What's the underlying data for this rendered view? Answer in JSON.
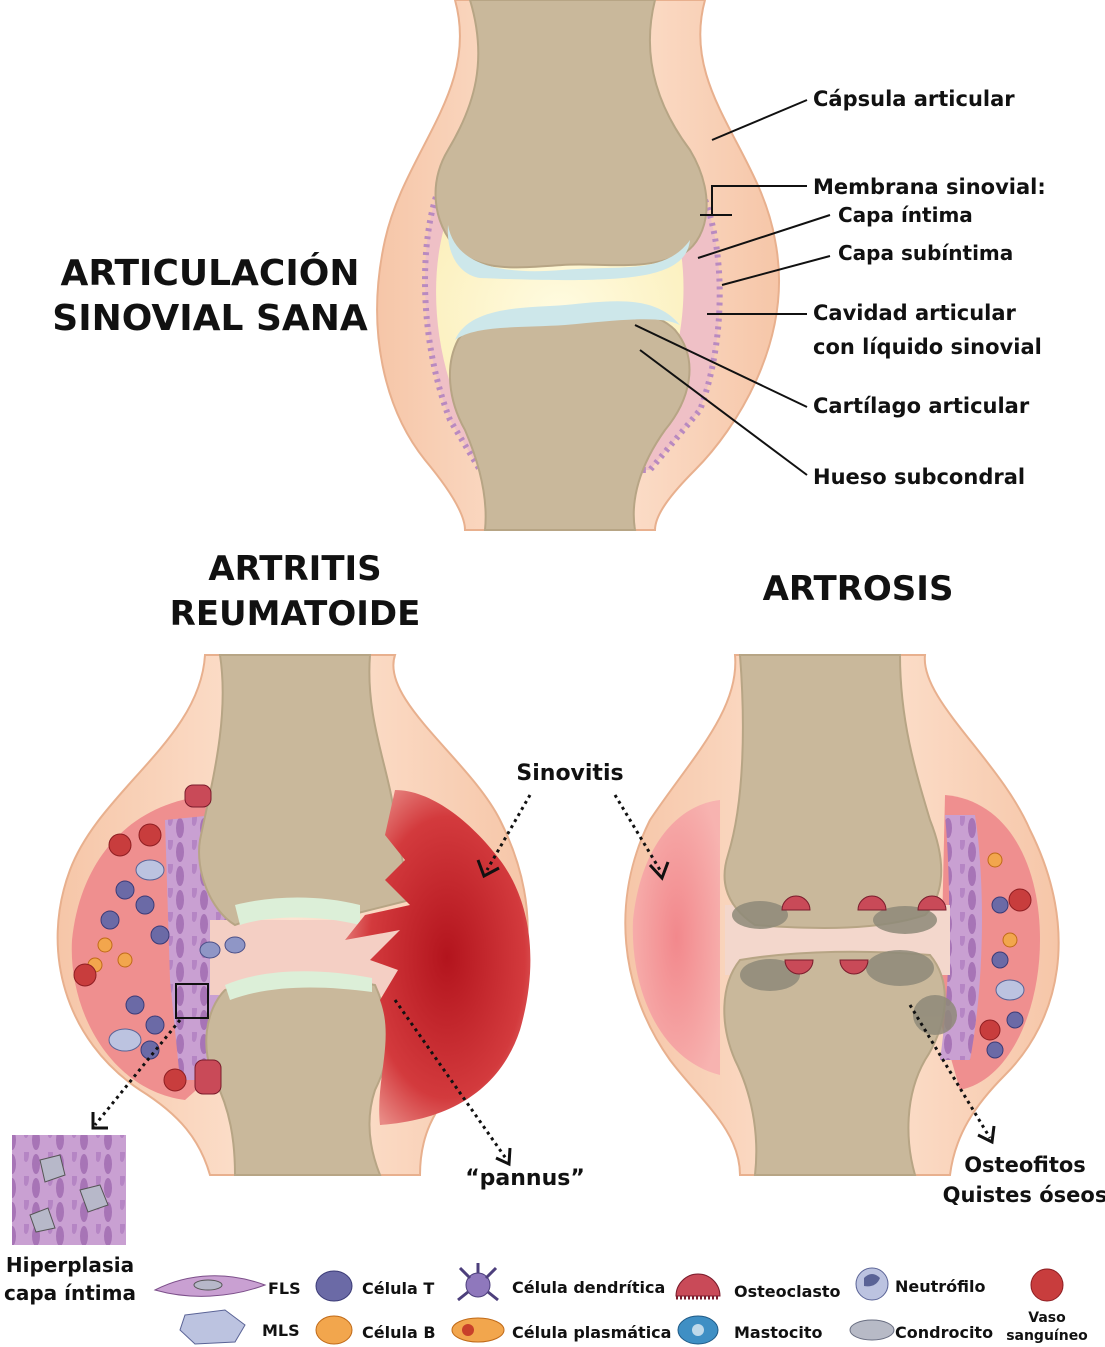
{
  "titles": {
    "healthy_line1": "ARTICULACIÓN",
    "healthy_line2": "SINOVIAL SANA",
    "ra_line1": "ARTRITIS",
    "ra_line2": "REUMATOIDE",
    "oa": "ARTROSIS"
  },
  "healthy_labels": {
    "capsule": "Cápsula articular",
    "membrane": "Membrana sinovial:",
    "intima": "Capa íntima",
    "subintima": "Capa subíntima",
    "cavity_line1": "Cavidad articular",
    "cavity_line2": "con líquido sinovial",
    "cartilage": "Cartílago articular",
    "bone": "Hueso subcondral"
  },
  "pathology_labels": {
    "synovitis": "Sinovitis",
    "pannus": "“pannus”",
    "hyperplasia_line1": "Hiperplasia",
    "hyperplasia_line2": "capa íntima",
    "osteophytes": "Osteofitos",
    "cysts": "Quistes óseos"
  },
  "legend": {
    "fls": "FLS",
    "mls": "MLS",
    "t_cell": "Célula T",
    "b_cell": "Célula B",
    "dendritic": "Célula dendrítica",
    "plasma": "Célula plasmática",
    "osteoclast": "Osteoclasto",
    "mast": "Mastocito",
    "neutrophil": "Neutrófilo",
    "chondrocyte": "Condrocito",
    "vessel_line1": "Vaso",
    "vessel_line2": "sanguíneo"
  },
  "colors": {
    "bone": "#c9b89b",
    "capsule": "#f9d5bd",
    "cartilage": "#cde7ea",
    "fluid": "#fdf6c9",
    "synovium": "#e9a4a9",
    "inflamed": "#c8343a"
  }
}
